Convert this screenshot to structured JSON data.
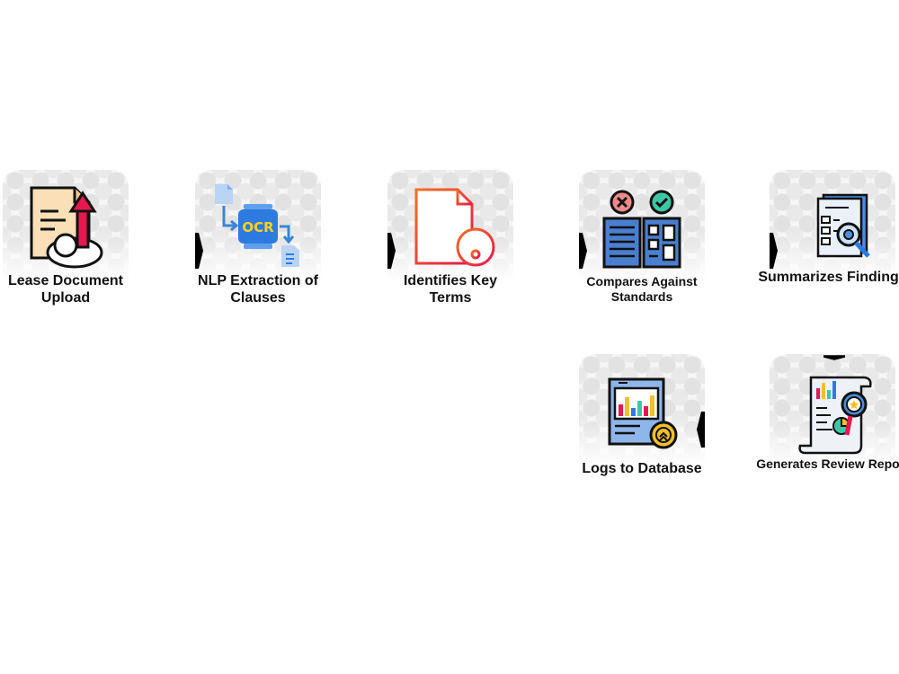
{
  "steps": [
    {
      "id": "upload",
      "label": "Lease Document Upload",
      "icon": "document-upload-icon"
    },
    {
      "id": "nlp",
      "label": "NLP Extraction of Clauses",
      "icon": "ocr-icon",
      "icon_text": "OCR"
    },
    {
      "id": "terms",
      "label": "Identifies Key Terms",
      "icon": "document-key-icon"
    },
    {
      "id": "compare",
      "label": "Compares Against Standards",
      "icon": "compare-documents-icon"
    },
    {
      "id": "summarize",
      "label": "Summarizes Findings",
      "icon": "document-search-icon"
    },
    {
      "id": "logs",
      "label": "Logs to Database",
      "icon": "database-chart-icon"
    },
    {
      "id": "report",
      "label": "Generates Review Report",
      "icon": "report-analysis-icon"
    }
  ],
  "colors": {
    "label": "#111111",
    "connector": "#000000",
    "tile": "#f6f6f6"
  }
}
